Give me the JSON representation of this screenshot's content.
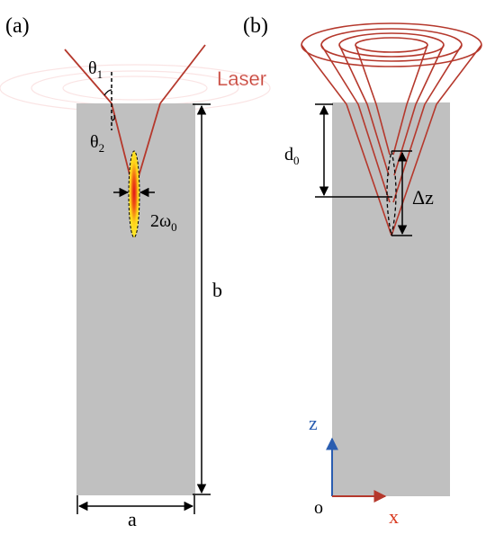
{
  "panel_a": {
    "label": "(a)",
    "theta1": "θ",
    "theta1_sub": "1",
    "theta2": "θ",
    "theta2_sub": "2",
    "laser": "Laser",
    "waist": "2ω",
    "waist_sub": "0",
    "width": "a",
    "height": "b"
  },
  "panel_b": {
    "label": "(b)",
    "depth": "d",
    "depth_sub": "0",
    "delta_z": "Δz",
    "axis_z": "z",
    "axis_x": "x",
    "origin": "o"
  },
  "colors": {
    "block": "#c0c0c0",
    "beam": "#b5382c",
    "laser_text": "#c0392b",
    "axis_z": "#2a5db0",
    "axis_x": "#b5382c",
    "focus_yellow": "#ffe21a",
    "focus_red": "#e52a12"
  }
}
